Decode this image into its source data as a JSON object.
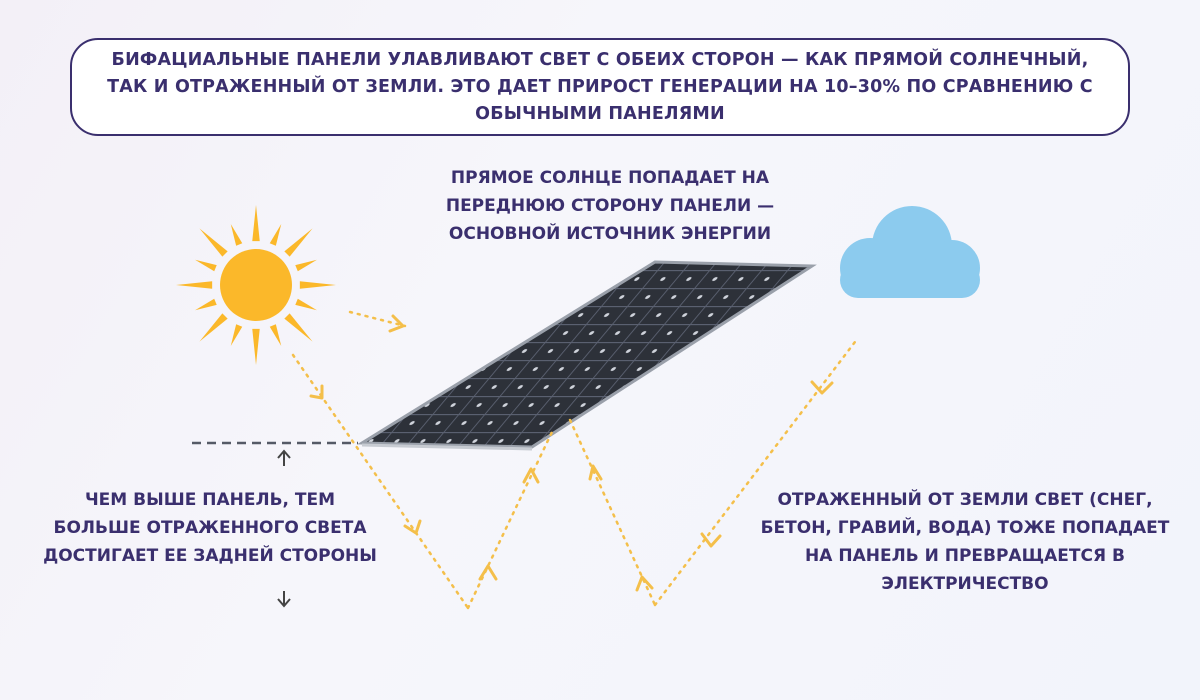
{
  "banner": {
    "text": "БИФАЦИАЛЬНЫЕ ПАНЕЛИ УЛАВЛИВАЮТ СВЕТ С ОБЕИХ СТОРОН — КАК ПРЯМОЙ СОЛНЕЧНЫЙ, ТАК И ОТРАЖЕННЫЙ ОТ ЗЕМЛИ. ЭТО ДАЕТ ПРИРОСТ ГЕНЕРАЦИИ НА 10–30% ПО СРАВНЕНИЮ С ОБЫЧНЫМИ ПАНЕЛЯМИ"
  },
  "labels": {
    "direct_sun": "ПРЯМОЕ СОЛНЦЕ ПОПАДАЕТ НА ПЕРЕДНЮЮ СТОРОНУ ПАНЕЛИ — ОСНОВНОЙ ИСТОЧНИК ЭНЕРГИИ",
    "panel_height": "ЧЕМ ВЫШЕ ПАНЕЛЬ, ТЕМ БОЛЬШЕ ОТРАЖЕННОГО СВЕТА ДОСТИГАЕТ ЕЕ ЗАДНЕЙ СТОРОНЫ",
    "ground_reflection": "ОТРАЖЕННЫЙ ОТ ЗЕМЛИ СВЕТ (СНЕГ, БЕТОН, ГРАВИЙ, ВОДА) ТОЖЕ ПОПАДАЕТ НА ПАНЕЛЬ И ПРЕВРАЩАЕТСЯ В ЭЛЕКТРИЧЕСТВО"
  },
  "icons": {
    "sun": "sun-icon",
    "cloud": "cloud-icon",
    "panel": "solar-panel-icon",
    "height_up": "arrow-up-icon",
    "height_down": "arrow-down-icon"
  },
  "colors": {
    "text": "#3a2f6e",
    "sun": "#fbb82a",
    "ray": "#f4bf4a",
    "cloud": "#8ccbee",
    "panel": "#2b2f38"
  }
}
